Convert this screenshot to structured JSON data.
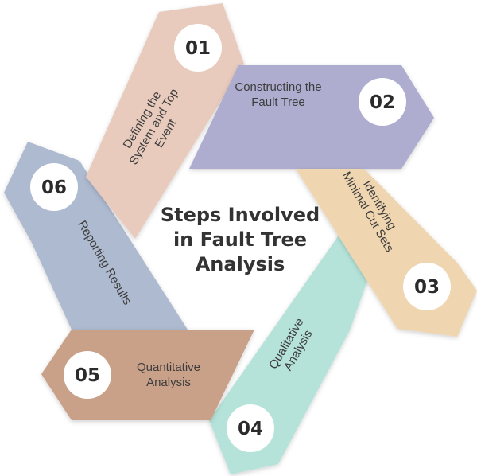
{
  "title": {
    "line1": "Steps Involved",
    "line2": "in Fault Tree",
    "line3": "Analysis"
  },
  "steps": [
    {
      "number": "01",
      "lines": [
        "Defining the",
        "System and Top",
        "Event"
      ],
      "color": "#e8cbbd"
    },
    {
      "number": "02",
      "lines": [
        "Constructing the",
        "Fault Tree"
      ],
      "color": "#aeadd0"
    },
    {
      "number": "03",
      "lines": [
        "Identifying",
        "Minimal Cut Sets"
      ],
      "color": "#efd5b0"
    },
    {
      "number": "04",
      "lines": [
        "Qualitative",
        "Analysis"
      ],
      "color": "#b5e3d9"
    },
    {
      "number": "05",
      "lines": [
        "Quantitative",
        "Analysis"
      ],
      "color": "#c9a088"
    },
    {
      "number": "06",
      "lines": [
        "Reporting Results"
      ],
      "color": "#aebad0"
    }
  ]
}
